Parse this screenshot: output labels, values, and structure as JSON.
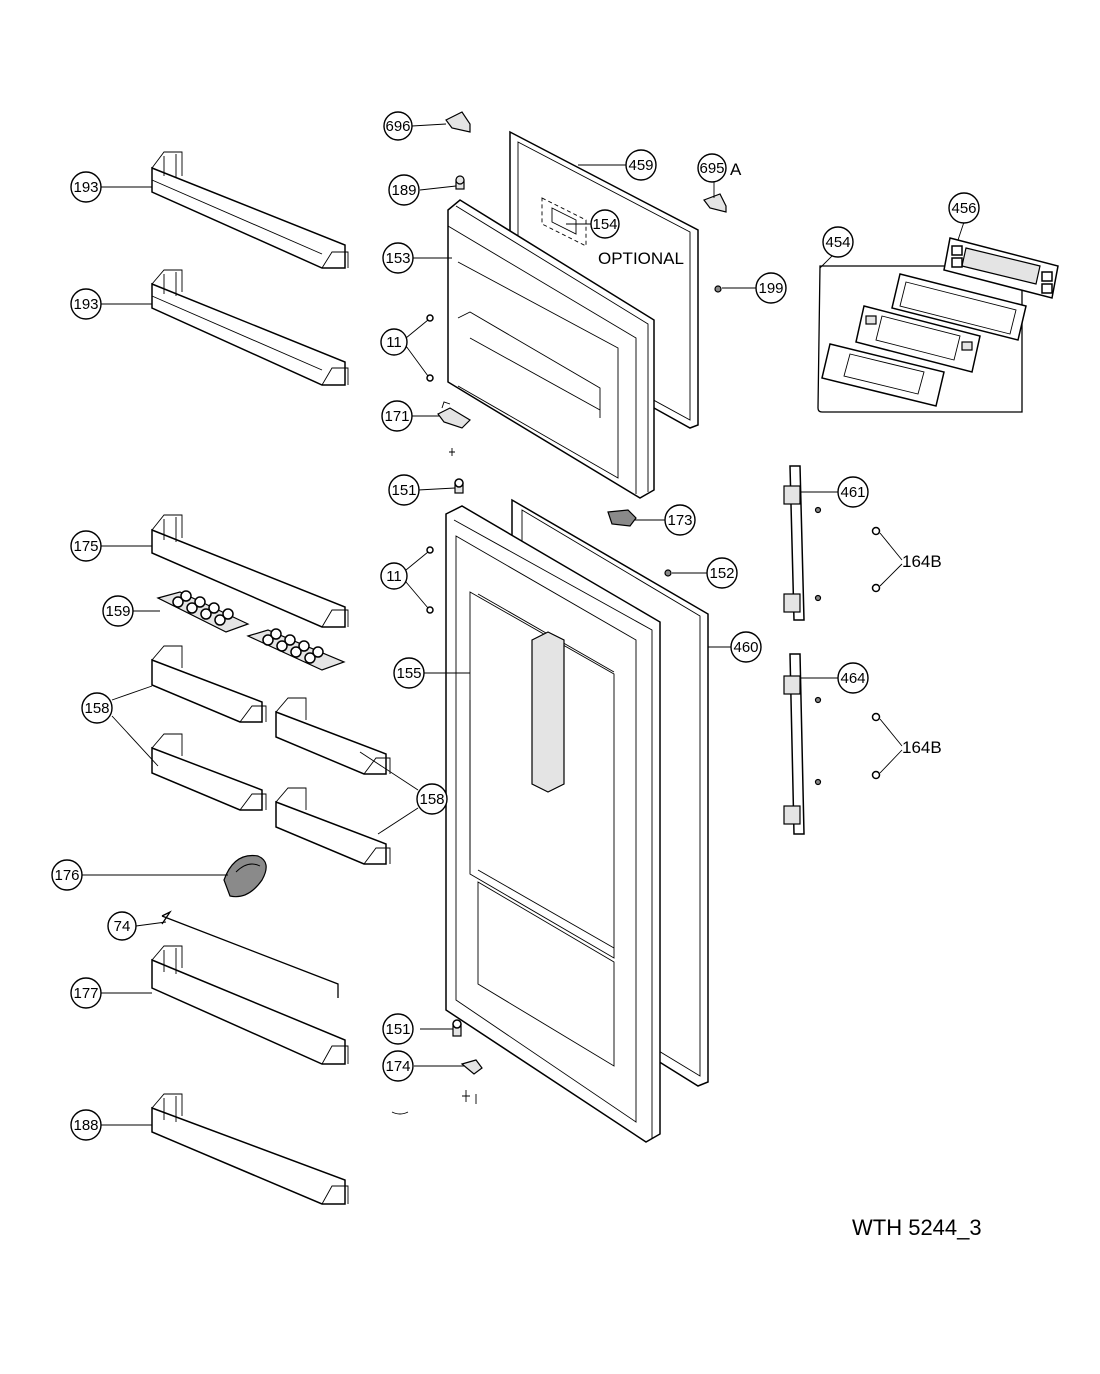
{
  "labels": {
    "p696": "696",
    "p459": "459",
    "p695": "695",
    "p695_suffix": "A",
    "p189": "189",
    "p154": "154",
    "optional": "OPTIONAL",
    "p456": "456",
    "p454": "454",
    "p153": "153",
    "p199": "199",
    "p193a": "193",
    "p193b": "193",
    "p11a": "11",
    "p171": "171",
    "p151a": "151",
    "p461": "461",
    "p173": "173",
    "p175": "175",
    "p164b_a": "164B",
    "p11b": "11",
    "p152": "152",
    "p159": "159",
    "p460": "460",
    "p155": "155",
    "p464": "464",
    "p158a": "158",
    "p164b_b": "164B",
    "p158b": "158",
    "p176": "176",
    "p74": "74",
    "p177": "177",
    "p151b": "151",
    "p174": "174",
    "p188": "188"
  },
  "drawing_code": "WTH 5244_3"
}
